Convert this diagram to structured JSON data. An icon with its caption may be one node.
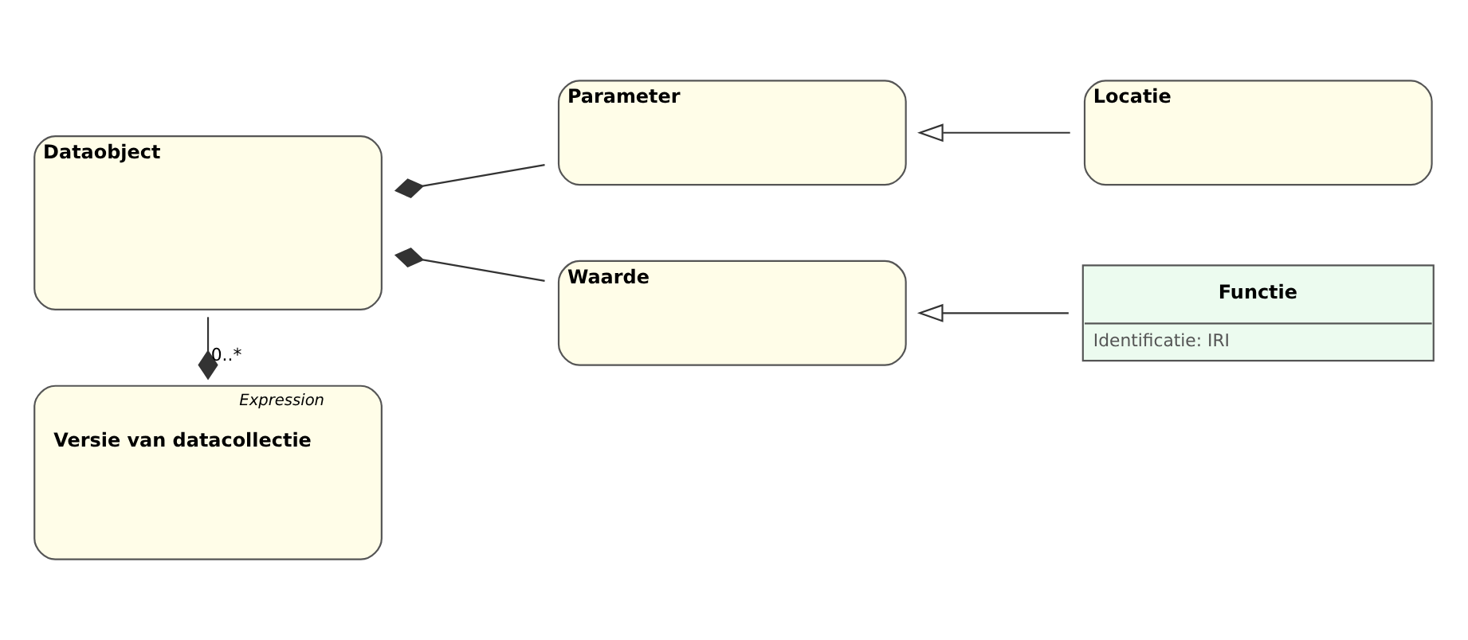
{
  "diagram": {
    "nodes": [
      {
        "text": [
          "Expression",
          "Versie van datacollectie"
        ]
      },
      {
        "text": [
          "Dataobject"
        ]
      },
      {
        "text": [
          "Parameter"
        ]
      },
      {
        "text": [
          "Locatie"
        ]
      },
      {
        "text": [
          "Waarde"
        ]
      },
      {
        "text": [
          "Functie",
          "Identificatie: IRI"
        ]
      }
    ],
    "edges": [
      {
        "from": 1,
        "to": 0,
        "arrow": "other",
        "label": "0..*"
      },
      {
        "from": 2,
        "to": 1,
        "arrow": "other"
      },
      {
        "from": 4,
        "to": 1,
        "arrow": "other"
      },
      {
        "from": 3,
        "to": 2,
        "arrow": "to"
      },
      {
        "from": 5,
        "to": 4,
        "arrow": "to"
      }
    ]
  }
}
